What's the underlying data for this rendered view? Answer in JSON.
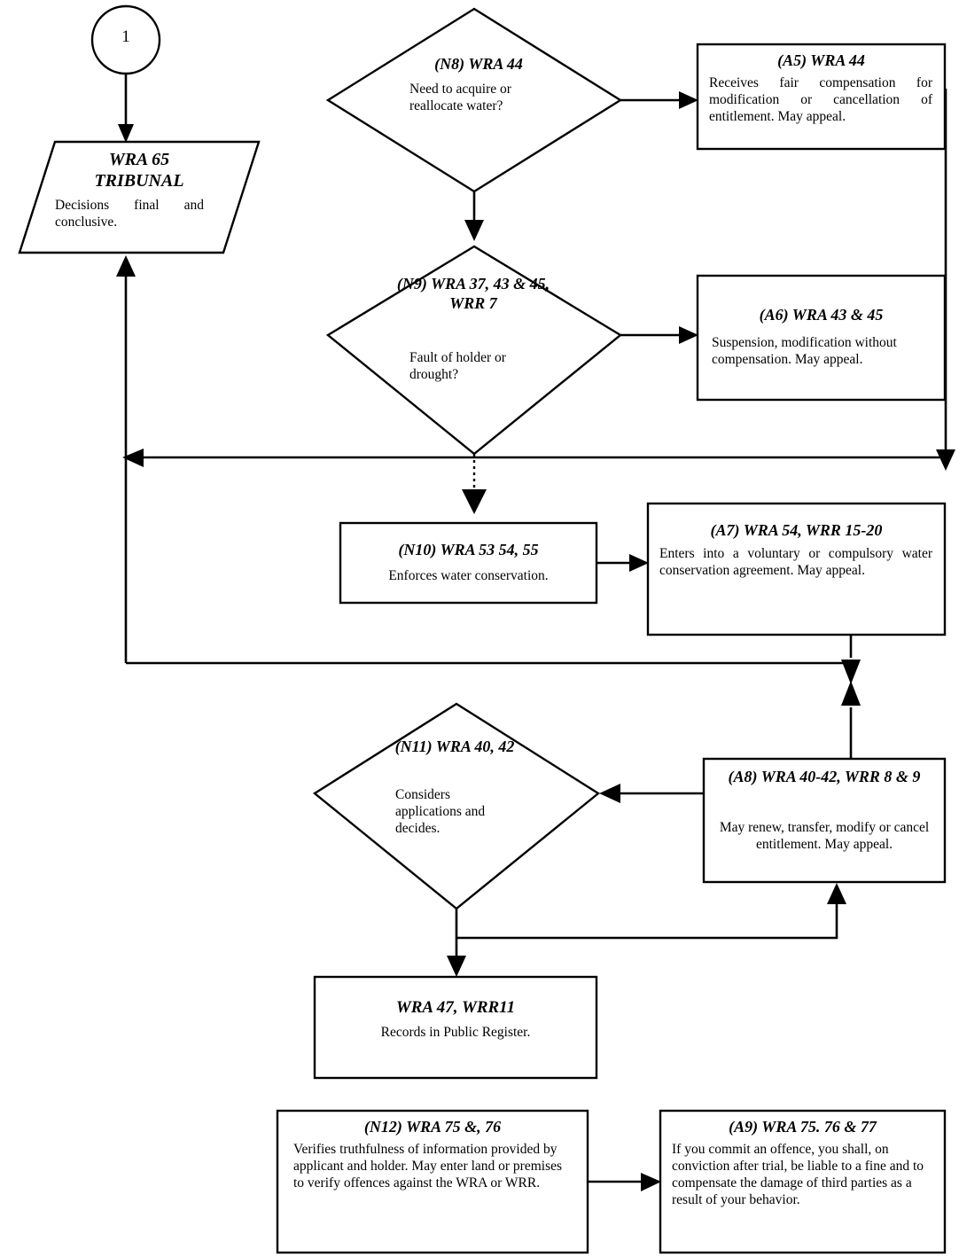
{
  "diagram": {
    "kind": "flowchart",
    "subject": "Water Resources Act / Regulations process flow (continued from page 1)",
    "connector_label": "1",
    "nodes": [
      {
        "id": "connector-1",
        "shape": "circle",
        "label": "1"
      },
      {
        "id": "wra-65-tribunal",
        "shape": "parallelogram",
        "title": "WRA 65\nTRIBUNAL",
        "body": "Decisions final and conclusive."
      },
      {
        "id": "n8",
        "shape": "diamond",
        "title": "(N8) WRA 44",
        "body": "Need to acquire or reallocate water?"
      },
      {
        "id": "a5",
        "shape": "rectangle",
        "title": "(A5)  WRA 44",
        "body": "Receives fair compensation for modification or cancellation of entitlement. May appeal."
      },
      {
        "id": "n9",
        "shape": "diamond",
        "title": "(N9)  WRA 37, 43 & 45, WRR 7",
        "body": "Fault of holder or drought?"
      },
      {
        "id": "a6",
        "shape": "rectangle",
        "title": "(A6)  WRA 43 & 45",
        "body": "Suspension, modification without compensation. May appeal."
      },
      {
        "id": "n10",
        "shape": "rectangle",
        "title": "(N10)  WRA 53 54, 55",
        "body": "Enforces water conservation."
      },
      {
        "id": "a7",
        "shape": "rectangle",
        "title": "(A7)  WRA 54, WRR 15-20",
        "body": "Enters into a voluntary or compulsory water conservation agreement. May appeal."
      },
      {
        "id": "n11",
        "shape": "diamond",
        "title": "(N11)  WRA 40, 42",
        "body": "Considers applications and decides."
      },
      {
        "id": "a8",
        "shape": "rectangle",
        "title": "(A8)  WRA 40-42, WRR 8 & 9",
        "body": "May renew, transfer, modify or cancel entitlement. May appeal."
      },
      {
        "id": "wra-47",
        "shape": "rectangle",
        "title": "WRA 47, WRR11",
        "body": "Records in Public Register."
      },
      {
        "id": "n12",
        "shape": "rectangle",
        "title": "(N12)  WRA 75 &, 76",
        "body": "Verifies truthfulness of information provided by applicant and holder. May enter land or premises to verify offences against the WRA or WRR."
      },
      {
        "id": "a9",
        "shape": "rectangle",
        "title": "(A9)  WRA 75. 76 & 77",
        "body": "If you commit an offence, you shall, on conviction after trial, be liable to a fine and to compensate the damage of third parties as a result of your behavior."
      }
    ],
    "edges": [
      {
        "from": "connector-1",
        "to": "wra-65-tribunal",
        "style": "solid"
      },
      {
        "from": "n8",
        "to": "a5",
        "style": "solid"
      },
      {
        "from": "n8",
        "to": "n9",
        "style": "solid"
      },
      {
        "from": "n9",
        "to": "a6",
        "style": "solid"
      },
      {
        "from": "n9",
        "to": "n10",
        "style": "dotted"
      },
      {
        "from": "a5",
        "to": "appeal-bus",
        "style": "solid"
      },
      {
        "from": "a6",
        "to": "appeal-bus",
        "style": "solid"
      },
      {
        "from": "appeal-bus",
        "to": "wra-65-tribunal",
        "style": "solid"
      },
      {
        "from": "n10",
        "to": "a7",
        "style": "solid"
      },
      {
        "from": "a7",
        "to": "lower-bus",
        "style": "solid"
      },
      {
        "from": "lower-bus",
        "to": "wra-65-tribunal",
        "style": "solid"
      },
      {
        "from": "a8",
        "to": "lower-bus",
        "style": "solid"
      },
      {
        "from": "a8",
        "to": "n11",
        "style": "solid"
      },
      {
        "from": "n11",
        "to": "wra-47",
        "style": "solid"
      },
      {
        "from": "n11",
        "to": "a8",
        "style": "solid"
      },
      {
        "from": "n12",
        "to": "a9",
        "style": "solid"
      }
    ],
    "colors": {
      "stroke": "#000000",
      "fill": "#ffffff",
      "text": "#000000"
    }
  }
}
